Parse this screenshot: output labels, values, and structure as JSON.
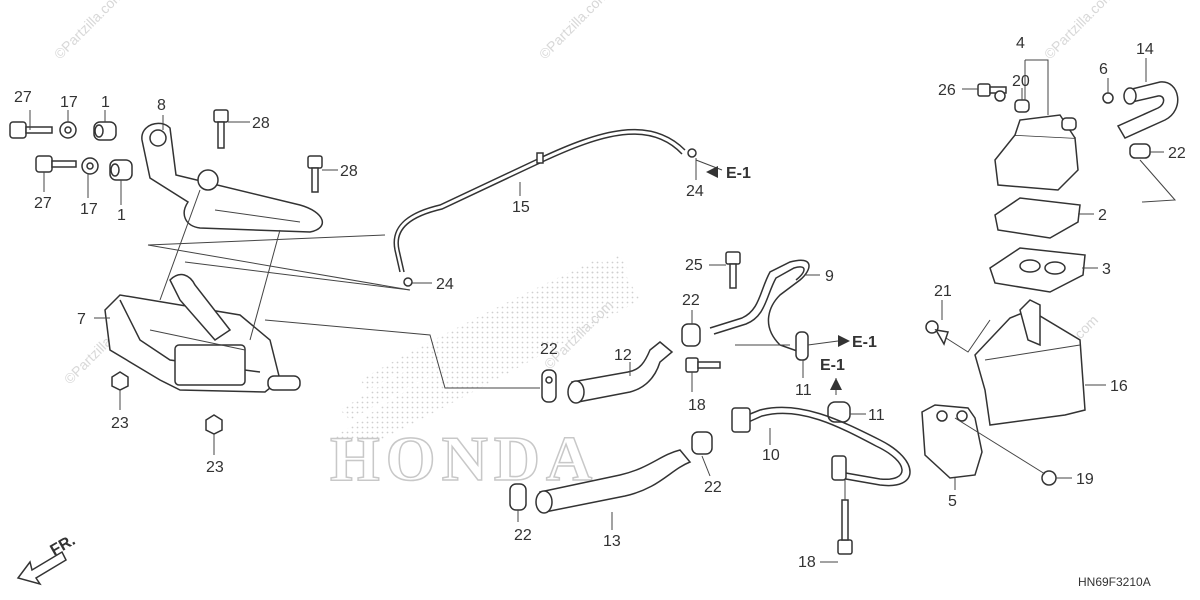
{
  "callouts": {
    "c27a": "27",
    "c17a": "17",
    "c1a": "1",
    "c8": "8",
    "c28a": "28",
    "c27b": "27",
    "c17b": "17",
    "c1b": "1",
    "c28b": "28",
    "c7": "7",
    "c23a": "23",
    "c23b": "23",
    "c15": "15",
    "c24a": "24",
    "c24b": "24",
    "c25": "25",
    "c9": "9",
    "c22a": "22",
    "c22b": "22",
    "c12": "12",
    "c18a": "18",
    "c11a": "11",
    "c11b": "11",
    "c10": "10",
    "c22c": "22",
    "c22d": "22",
    "c13": "13",
    "c18b": "18",
    "c4": "4",
    "c26": "26",
    "c20": "20",
    "c6": "6",
    "c14": "14",
    "c22e": "22",
    "c2": "2",
    "c3": "3",
    "c21": "21",
    "c16": "16",
    "c5": "5",
    "c19": "19"
  },
  "refs": {
    "e1a": "E-1",
    "e1b": "E-1",
    "e1c": "E-1"
  },
  "front_label": "FR.",
  "diagram_code": "HN69F3210A",
  "watermark": "©Partzilla.com",
  "background_logo": "HONDA",
  "colors": {
    "line": "#333333",
    "watermark": "#d8d8d8",
    "logo_dots": "#c8c8c8"
  }
}
